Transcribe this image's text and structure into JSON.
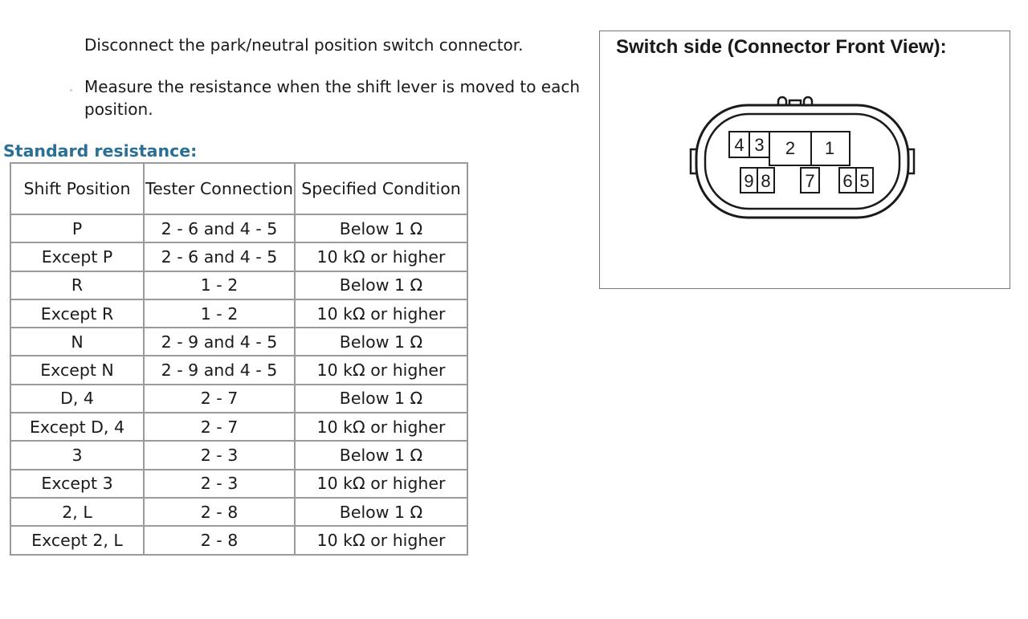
{
  "instructions": {
    "step1": "Disconnect the park/neutral position switch connector.",
    "step2": "Measure the resistance when the shift lever is moved to each position."
  },
  "heading": "Standard resistance:",
  "table": {
    "headers": [
      "Shift Position",
      "Tester Connection",
      "Specified Condition"
    ],
    "rows": [
      [
        "P",
        "2 - 6 and 4 - 5",
        "Below 1 Ω"
      ],
      [
        "Except P",
        "2 - 6 and 4 - 5",
        "10 kΩ or higher"
      ],
      [
        "R",
        "1 - 2",
        "Below 1 Ω"
      ],
      [
        "Except R",
        "1 - 2",
        "10 kΩ or higher"
      ],
      [
        "N",
        "2 - 9 and 4 - 5",
        "Below 1 Ω"
      ],
      [
        "Except N",
        "2 - 9 and 4 - 5",
        "10 kΩ or higher"
      ],
      [
        "D, 4",
        "2 - 7",
        "Below 1 Ω"
      ],
      [
        "Except D, 4",
        "2 - 7",
        "10 kΩ or higher"
      ],
      [
        "3",
        "2 - 3",
        "Below 1 Ω"
      ],
      [
        "Except 3",
        "2 - 3",
        "10 kΩ or higher"
      ],
      [
        "2, L",
        "2 - 8",
        "Below 1 Ω"
      ],
      [
        "Except 2, L",
        "2 - 8",
        "10 kΩ or higher"
      ]
    ]
  },
  "diagram": {
    "title": "Switch side (Connector Front View):",
    "pins": {
      "p1": "1",
      "p2": "2",
      "p3": "3",
      "p4": "4",
      "p5": "5",
      "p6": "6",
      "p7": "7",
      "p8": "8",
      "p9": "9"
    }
  }
}
